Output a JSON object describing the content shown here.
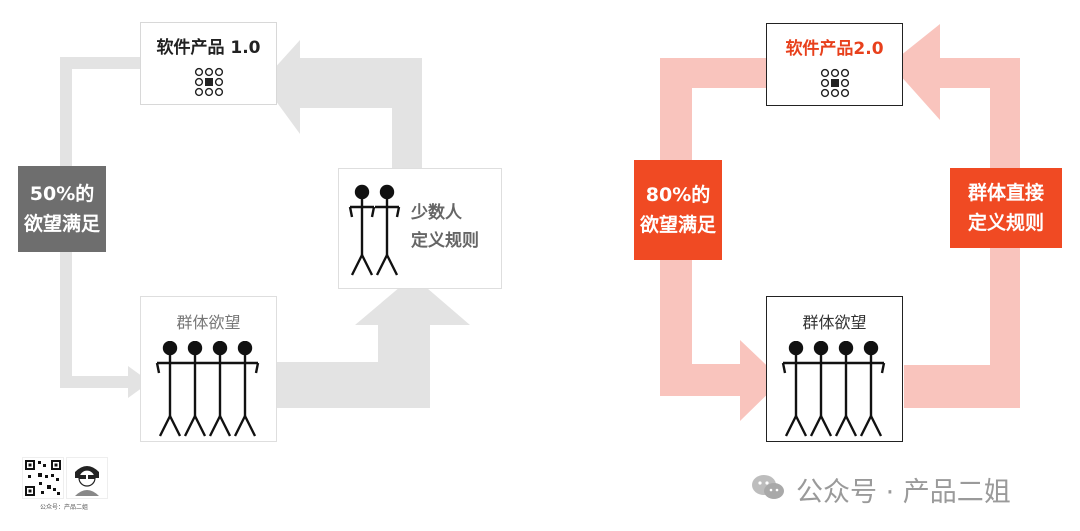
{
  "left": {
    "product_title": "软件产品 1.0",
    "desire_title": "群体欲望",
    "satisfaction_line1": "50%的",
    "satisfaction_line2": "欲望满足",
    "rules_line1": "少数人",
    "rules_line2": "定义规则"
  },
  "right": {
    "product_title": "软件产品2.0",
    "desire_title": "群体欲望",
    "satisfaction_line1": "80%的",
    "satisfaction_line2": "欲望满足",
    "rules_line1": "群体直接",
    "rules_line2": "定义规则"
  },
  "watermark": {
    "text": "公众号 · 产品二姐",
    "qr_caption": "公众号：产品二姐"
  },
  "colors": {
    "left_arrow": "#e3e3e3",
    "left_label_bg": "#6e6e6e",
    "right_arrow": "#f9c4bd",
    "right_label_bg": "#f04a23",
    "right_title": "#e8401c"
  }
}
